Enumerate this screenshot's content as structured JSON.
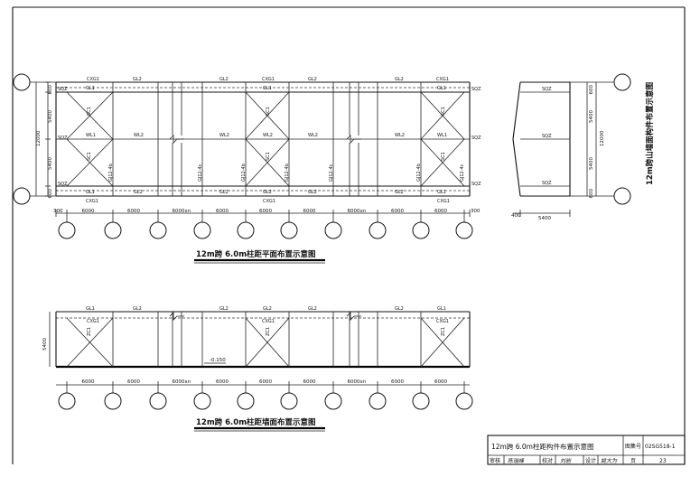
{
  "plan": {
    "title": "12m跨 6.0m柱距平面布置示意图",
    "dims_bottom": [
      "300",
      "6000",
      "6000",
      "6000xn",
      "6000",
      "6000",
      "6000",
      "6000xn",
      "6000",
      "6000",
      "300"
    ],
    "dims_left": [
      "600",
      "5400",
      "12000",
      "5400",
      "600"
    ],
    "labels": {
      "cxg1": "CXG1",
      "gl2": "GL2",
      "gl1": "GL1",
      "sqz": "SQZ",
      "wl1": "WL1",
      "wl2": "WL2",
      "sc1": "SC1",
      "gj12_4b": "GJ12-4b",
      "gj12_4c": "GJ12-4c"
    }
  },
  "gable": {
    "title": "12m跨山墙面构件布置示意图",
    "sqz": "SQZ",
    "dims_right": [
      "600",
      "5400",
      "12000",
      "5400",
      "600"
    ],
    "dim_bottom_left": "400",
    "dim_bottom": "5400"
  },
  "elevation": {
    "title": "12m跨 6.0m柱距墙面布置示意图",
    "level": "-0.150",
    "height": "5400",
    "dims_bottom": [
      "6000",
      "6000",
      "6000xn",
      "6000",
      "6000",
      "6000",
      "6000xn",
      "6000",
      "6000"
    ],
    "labels": {
      "gl1": "GL1",
      "gl2": "GL2",
      "cxg1": "CXG1",
      "zc1": "ZC1"
    }
  },
  "title_block": {
    "drawing_title": "12m跨 6.0m柱距构件布置示意图",
    "atlas_label": "图集号",
    "atlas_no": "02SG518-1",
    "review": "审核",
    "review_sign": "陈瑞峰",
    "check": "校对",
    "check_sign": "刘岩",
    "design": "设计",
    "design_sign": "姚大为",
    "page_label": "页",
    "page_no": "23"
  }
}
